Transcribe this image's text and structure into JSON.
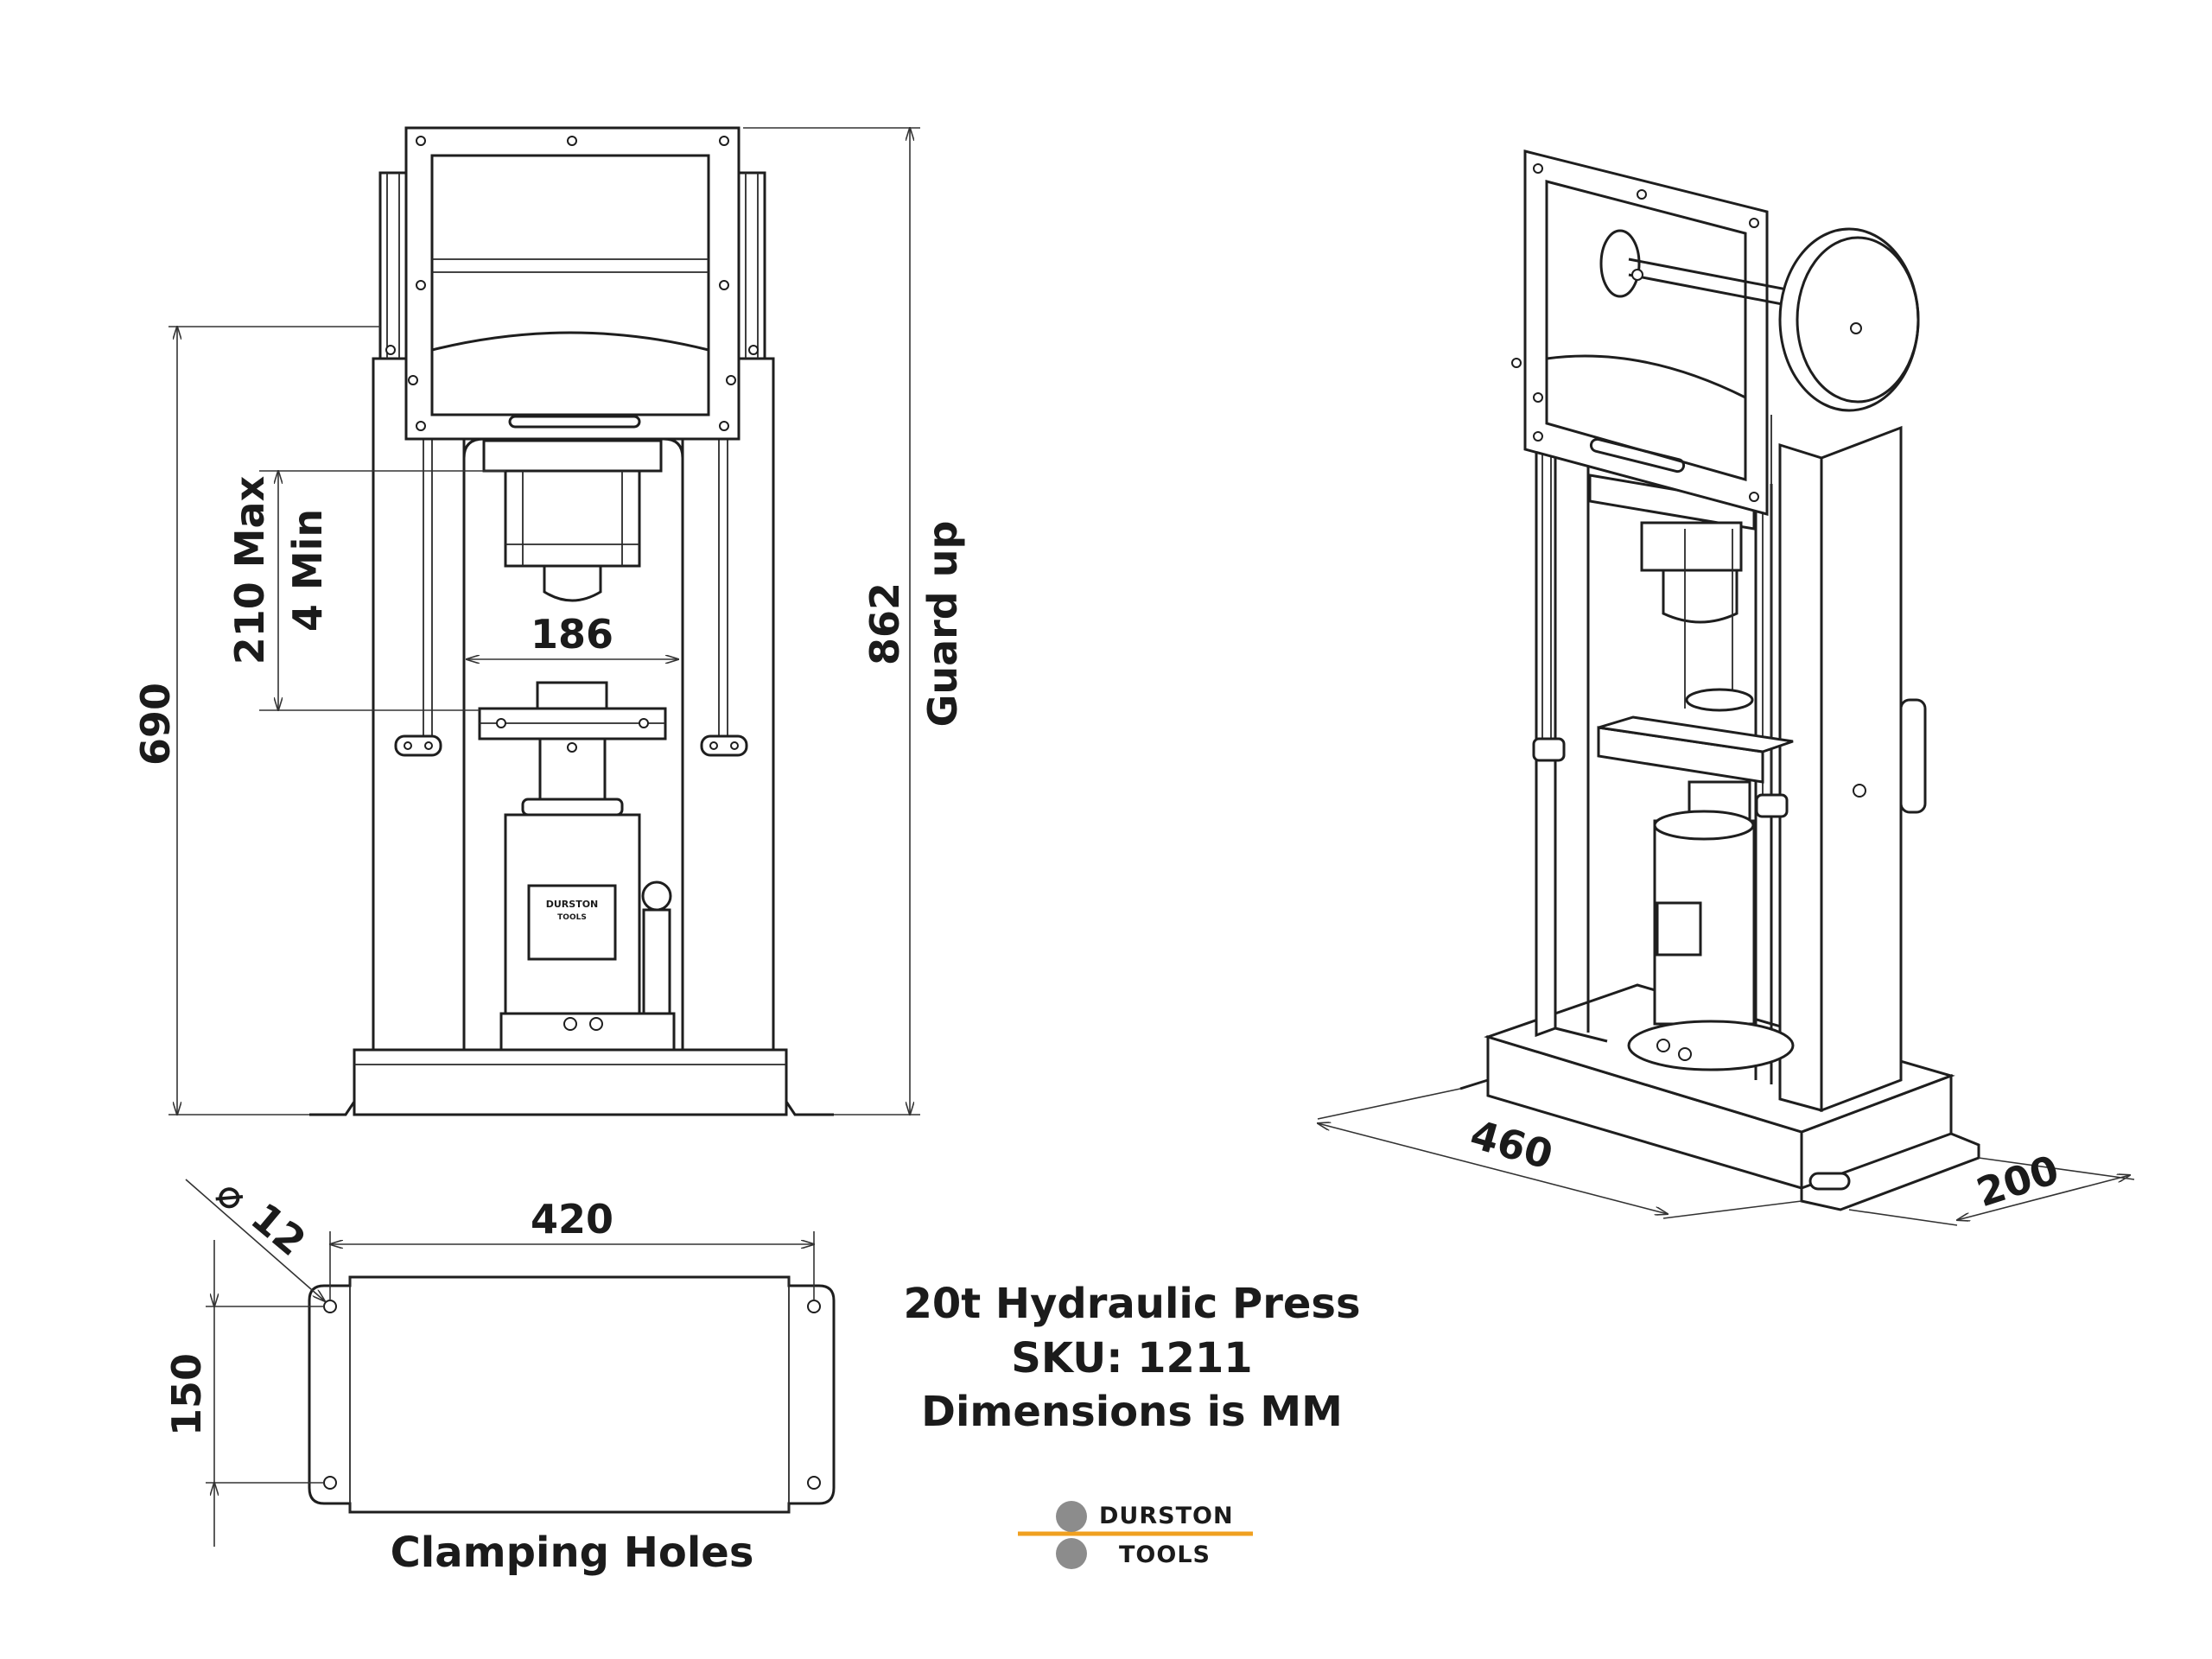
{
  "dimensions": {
    "overall_height": "690",
    "height_guard_up": "862",
    "guard_up_label": "Guard up",
    "working_height_max": "210 Max",
    "working_height_min": "4 Min",
    "inner_width": "186",
    "base_length": "420",
    "base_depth": "150",
    "hole_diameter": "12",
    "hole_symbol": "⌀",
    "iso_length": "460",
    "iso_depth": "200"
  },
  "labels": {
    "clamping_holes": "Clamping Holes",
    "jack_brand_line1": "DURSTON",
    "jack_brand_line2": "TOOLS"
  },
  "title_block": {
    "product": "20t Hydraulic Press",
    "sku": "SKU: 1211",
    "units_note": "Dimensions is MM"
  },
  "logo": {
    "line1": "DURSTON",
    "line2": "TOOLS",
    "accent_color": "#f0a020",
    "circle_color": "#8c8c8c"
  }
}
